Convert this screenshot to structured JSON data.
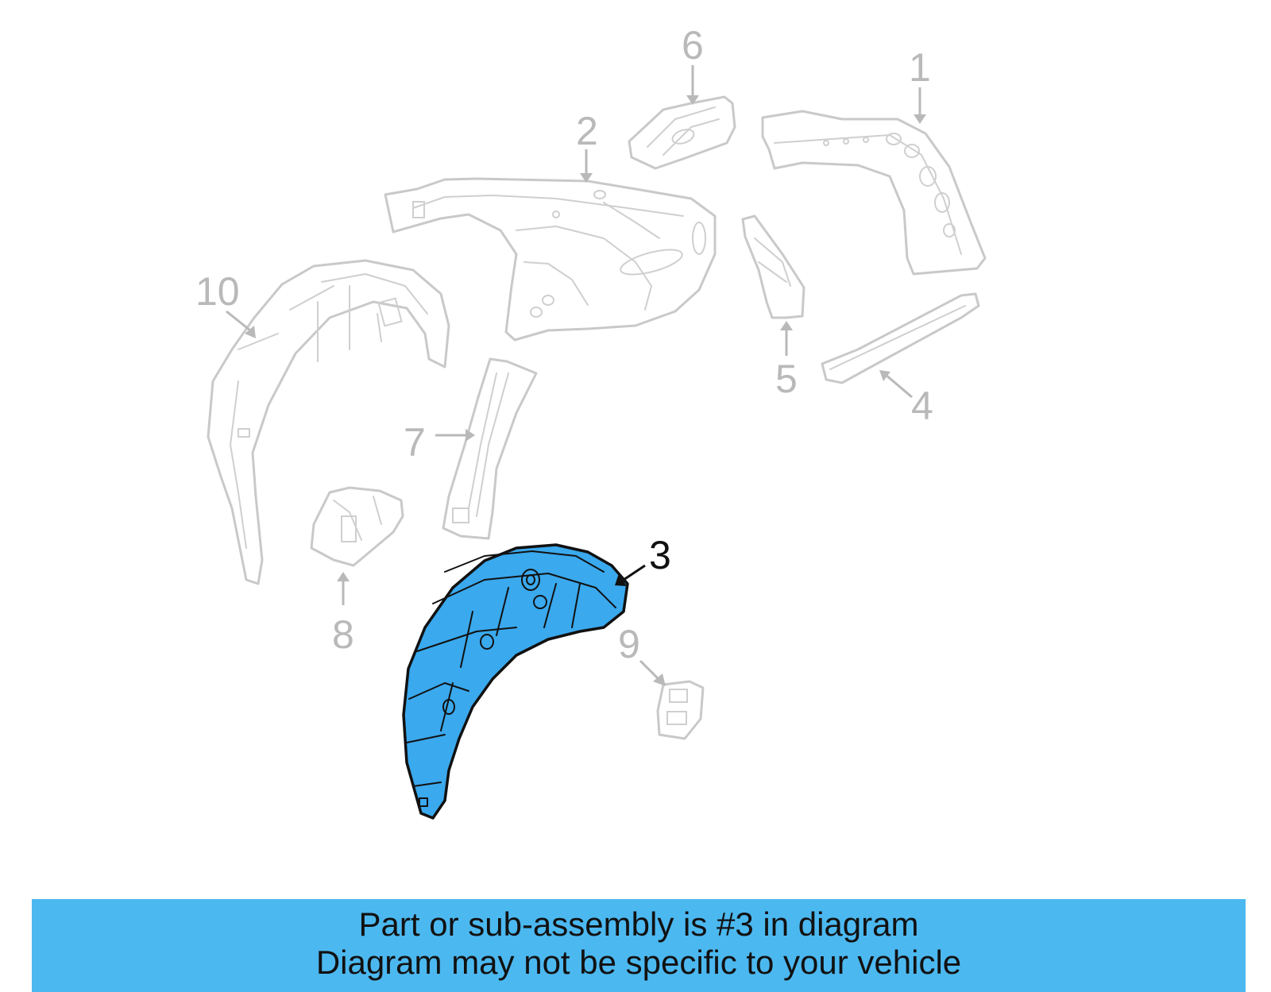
{
  "diagram": {
    "callouts": {
      "c1": "1",
      "c2": "2",
      "c3": "3",
      "c4": "4",
      "c5": "5",
      "c6": "6",
      "c7": "7",
      "c8": "8",
      "c9": "9",
      "c10": "10"
    },
    "highlighted_part": "3",
    "colors": {
      "highlight_fill": "#3aa9ee",
      "banner_background": "#4cb8f0",
      "muted_parts": "#c9c9c9"
    }
  },
  "banner": {
    "line1": "Part or sub-assembly is #3 in diagram",
    "line2": "Diagram may not be specific to your vehicle"
  }
}
